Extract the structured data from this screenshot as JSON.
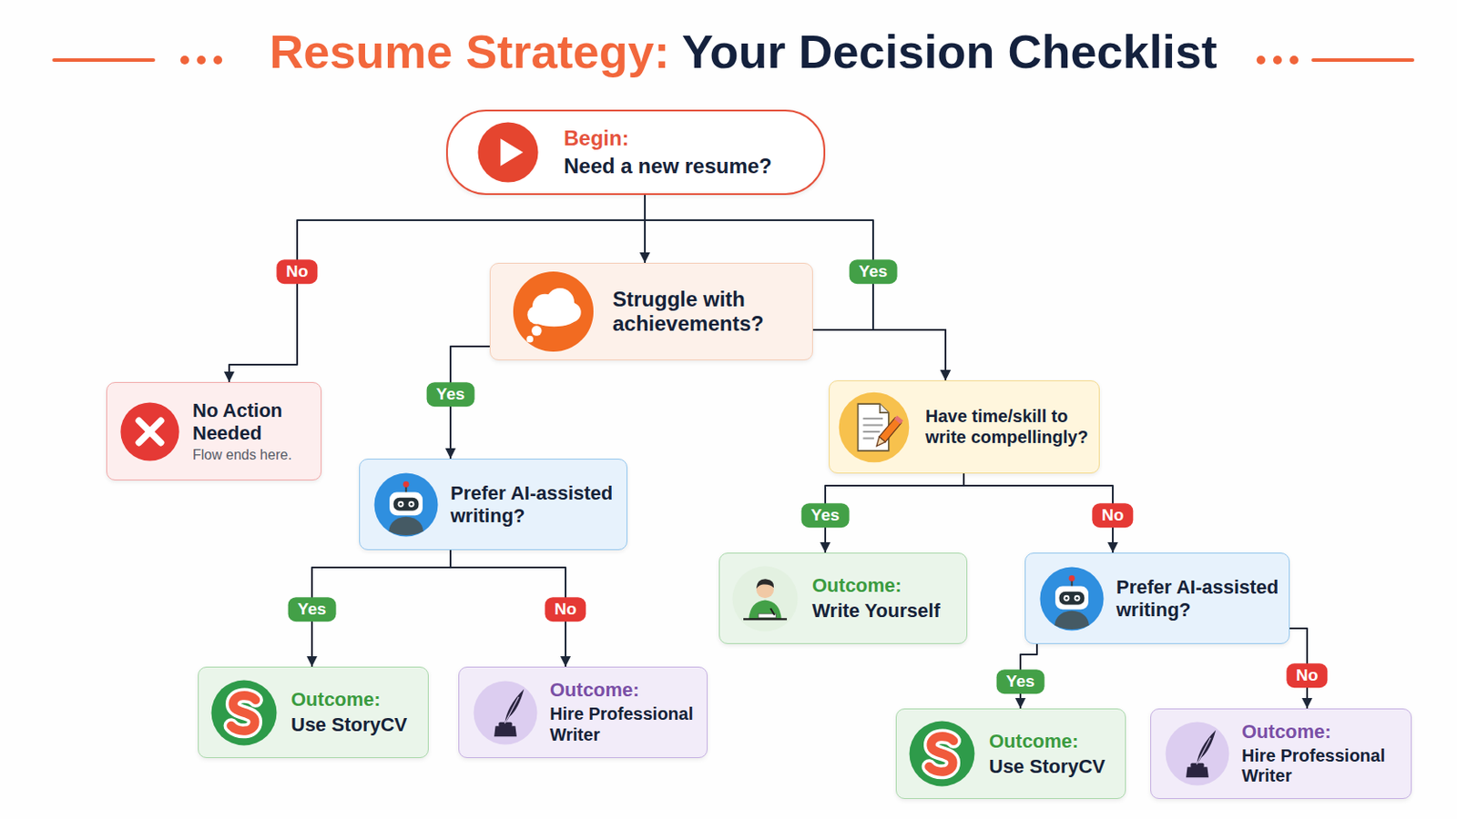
{
  "diagram": {
    "title": "Resume Strategy: Your Decision Checklist",
    "nodes": [
      {
        "text": [
          "Begin:",
          "Need a new resume?"
        ]
      },
      {
        "text": [
          "No Action Needed",
          "Flow ends here."
        ]
      },
      {
        "text": [
          "Struggle with achievements?"
        ]
      },
      {
        "text": [
          "Prefer AI-assisted writing?"
        ]
      },
      {
        "text": [
          "Have time/skill to write compellingly?"
        ]
      },
      {
        "text": [
          "Outcome:",
          "Write Yourself"
        ]
      },
      {
        "text": [
          "Prefer AI-assisted writing?"
        ]
      },
      {
        "text": [
          "Outcome:",
          "Use StoryCV"
        ]
      },
      {
        "text": [
          "Outcome:",
          "Hire Professional Writer"
        ]
      },
      {
        "text": [
          "Outcome:",
          "Use StoryCV"
        ]
      },
      {
        "text": [
          "Outcome:",
          "Hire Professional Writer"
        ]
      }
    ],
    "edges": [
      {
        "from": 0,
        "to": 1,
        "label": "No",
        "arrow": "to"
      },
      {
        "from": 0,
        "to": 2,
        "arrow": "to"
      },
      {
        "from": 0,
        "to": 4,
        "label": "Yes",
        "arrow": "to"
      },
      {
        "from": 2,
        "to": 4,
        "arrow": "to"
      },
      {
        "from": 2,
        "to": 3,
        "label": "Yes",
        "arrow": "to"
      },
      {
        "from": 3,
        "to": 7,
        "label": "Yes",
        "arrow": "to"
      },
      {
        "from": 3,
        "to": 8,
        "label": "No",
        "arrow": "to"
      },
      {
        "from": 4,
        "to": 5,
        "label": "Yes",
        "arrow": "to"
      },
      {
        "from": 4,
        "to": 6,
        "label": "No",
        "arrow": "to"
      },
      {
        "from": 6,
        "to": 9,
        "label": "Yes",
        "arrow": "to"
      },
      {
        "from": 6,
        "to": 10,
        "label": "No",
        "arrow": "to"
      }
    ]
  }
}
